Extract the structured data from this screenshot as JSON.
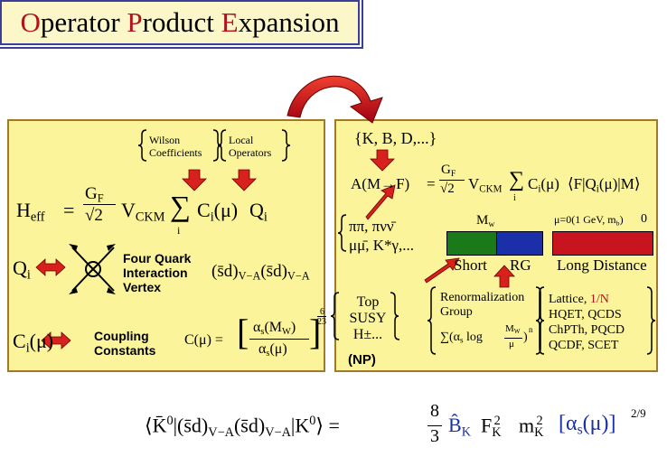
{
  "title": {
    "O": "O",
    "perator": "perator",
    "P": "P",
    "roduct": "roduct",
    "E": "E",
    "xpansion": "xpansion"
  },
  "colors": {
    "accent_red": "#b0121e",
    "panel": "#fbf49a",
    "short_bar": "#1a7a1a",
    "rg_bar": "#1b2fa8",
    "long_bar": "#c8141e",
    "coef_blue": "#1b2fa8"
  },
  "left": {
    "wilson": [
      "Wilson",
      "Coefficients"
    ],
    "local": [
      "Local",
      "Operators"
    ],
    "heff": {
      "H": "H",
      "eff": "eff",
      "eq": "=",
      "GF": "G",
      "F": "F",
      "sqrt2": "√2",
      "V": "V",
      "CKM": "CKM",
      "sum": "∑",
      "i": "i",
      "C": "C",
      "Ci_arg": "(μ)",
      "Q": "Q"
    },
    "qi": {
      "Q": "Q",
      "i": "i"
    },
    "four_quark": [
      "Four Quark",
      "Interaction",
      "Vertex"
    ],
    "vminusa": "(s̄d)",
    "va": "V−A",
    "ci": {
      "C": "C",
      "i": "i",
      "arg": "(μ)"
    },
    "coupling": [
      "Coupling",
      "Constants"
    ],
    "cmu": {
      "lhs": "C(μ) =",
      "num": "α",
      "num_s": "s",
      "num_arg": "(M",
      "num_w": "W",
      "num_close": ")",
      "den": "α",
      "den_s": "s",
      "den_arg": "(μ)",
      "exp_num": "6",
      "exp_den": "23"
    }
  },
  "right": {
    "kbd": "{K, B, D,...}",
    "amp": {
      "A": "A",
      "M": "M",
      "arrow": "→",
      "F": "F",
      "eq": "=",
      "G": "G",
      "Fsub": "F",
      "sqrt2": "√2",
      "V": "V",
      "CKM": "CKM",
      "sum": "∑",
      "i": "i",
      "C": "C",
      "arg": "(μ)",
      "bra": "⟨F",
      "Q": "Q",
      "qi": "i",
      "qarg": "(μ)",
      "ket": "M⟩"
    },
    "final_states": [
      "ππ, πνν̄",
      "μμ̄, K*γ,..."
    ],
    "mw": "M",
    "mw_sub": "w",
    "mu_label": "μ=0(1 GeV, m",
    "mu_sub": "b",
    "mu_close": ")",
    "zero": "0",
    "short": "Short",
    "rg": "RG",
    "long": "Long Distance",
    "np_list": [
      "Top",
      "SUSY",
      "H±..."
    ],
    "np": "(NP)",
    "renorm": [
      "Renormalization",
      "Group"
    ],
    "renorm_formula": "∑(α",
    "renorm_s": "s",
    "renorm_log": " log",
    "renorm_M": "M",
    "renorm_W": "W",
    "renorm_mu": "μ",
    "renorm_n": "n",
    "methods": [
      [
        "Lattice, ",
        "1/N"
      ],
      [
        "HQET, QCDS",
        ""
      ],
      [
        "ChPTh, PQCD",
        ""
      ],
      [
        "QCDF, SCET",
        ""
      ]
    ]
  },
  "bottom": {
    "lhs": "⟨K̄",
    "lhs_sup": "0",
    "mid": "|(s̄d)",
    "va": "V−A",
    "mid2": "(s̄d)",
    "va2": "V−A",
    "ket": "|K",
    "ket_sup": "0",
    "ket_close": "⟩ =",
    "frac_num": "8",
    "frac_den": "3",
    "B": "B̂",
    "B_sub": "K",
    "F": "F",
    "F_sub": "K",
    "F_sup": "2",
    "m": "m",
    "m_sub": "K",
    "m_sup": "2",
    "alpha": "[α",
    "alpha_s": "s",
    "alpha_arg": "(μ)]",
    "alpha_exp": "2/9"
  }
}
